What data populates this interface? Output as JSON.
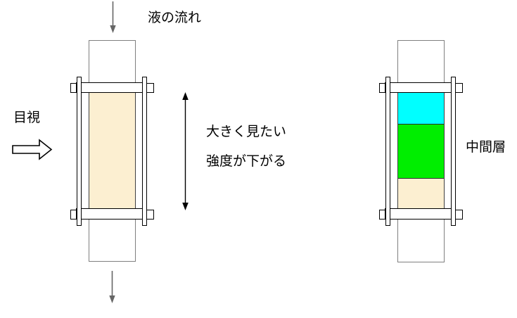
{
  "labels": {
    "flow_direction": "液の流れ",
    "visual_inspection": "目視",
    "want_to_see_larger": "大きく見たい",
    "strength_decreases": "強度が下がる",
    "middle_layer": "中間層"
  },
  "colors": {
    "glass_liquid_cream": "#FCEFD1",
    "layer_top_cyan": "#00FFFF",
    "layer_middle_green": "#00EE00",
    "layer_bottom_cream": "#FCEFD1",
    "pipe_outline_gray": "#7f7f7f",
    "frame_outline_black": "#000000",
    "flow_arrow_gray": "#666666",
    "annotation_arrow_black": "#000000"
  }
}
